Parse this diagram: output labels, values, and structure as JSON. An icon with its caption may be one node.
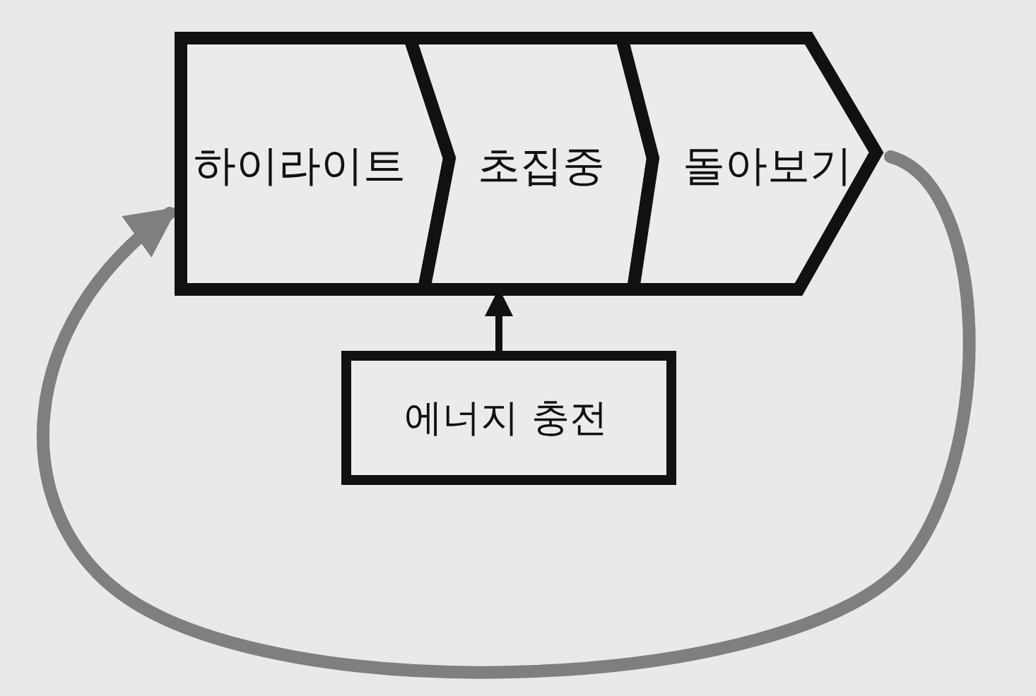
{
  "diagram": {
    "nodes": [
      {
        "text": [
          "하이라이트"
        ]
      },
      {
        "text": [
          "초집중"
        ]
      },
      {
        "text": [
          "돌아보기"
        ]
      },
      {
        "text": [
          "에너지 충전"
        ]
      }
    ],
    "edges": [
      {
        "from": 3,
        "to": 1,
        "arrow": "to"
      },
      {
        "from": 2,
        "to": 0,
        "arrow": "to",
        "color": "#7f7f7f",
        "style": "thick"
      }
    ]
  }
}
